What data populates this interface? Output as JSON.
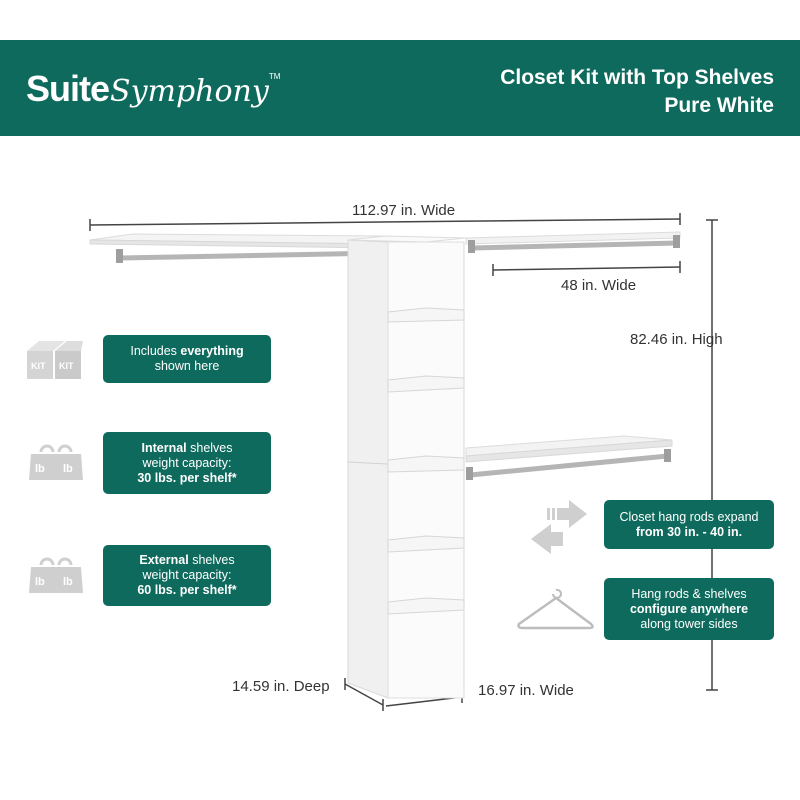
{
  "brand": {
    "logo_suite": "Suite",
    "logo_symphony": "Symphony",
    "logo_tm": "TM"
  },
  "product": {
    "title_line1": "Closet Kit with Top Shelves",
    "title_line2": "Pure White"
  },
  "dimensions": {
    "total_width": "112.97 in. Wide",
    "rod_width": "48 in. Wide",
    "height": "82.46 in. High",
    "depth": "14.59 in. Deep",
    "tower_width": "16.97 in. Wide"
  },
  "features": [
    {
      "pre": "Includes ",
      "bold": "everything",
      "line2": "shown here"
    },
    {
      "bold": "Internal",
      "rest": " shelves",
      "line2": "weight capacity:",
      "line3": "30 lbs. per shelf*"
    },
    {
      "bold": "External",
      "rest": " shelves",
      "line2": "weight capacity:",
      "line3": "60 lbs. per shelf*"
    },
    {
      "line1": "Closet hang rods expand",
      "line2": "from 30 in. - 40 in."
    },
    {
      "line1": "Hang rods & shelves",
      "line2": "configure anywhere",
      "line3": "along tower sides"
    }
  ],
  "icons": {
    "kit_label_left": "KIT",
    "kit_label_right": "KIT",
    "weight_unit": "lb"
  },
  "colors": {
    "brand_green": "#0e6a5c",
    "icon_gray": "#cfcfcf",
    "rod_metal": "#b5b5b5"
  }
}
